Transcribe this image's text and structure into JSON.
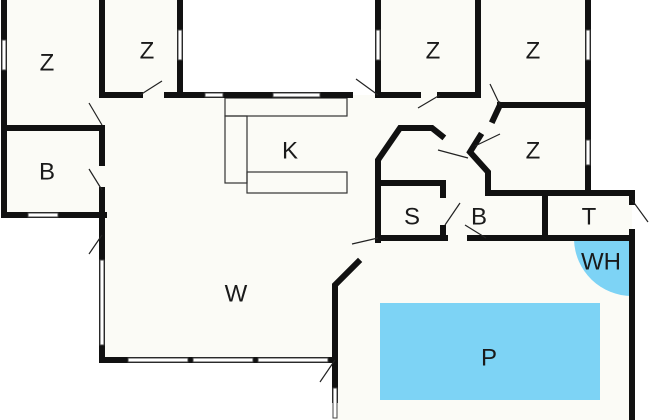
{
  "colors": {
    "floor": "#fbfbf6",
    "wall": "#111111",
    "pool": "#7dd3f5",
    "wellness": "#7dd3f5"
  },
  "rooms": {
    "bedroom_1": "Z",
    "bedroom_2": "Z",
    "bedroom_3": "Z",
    "bedroom_4": "Z",
    "bedroom_5": "Z",
    "bathroom_1": "B",
    "bathroom_2": "B",
    "kitchen": "K",
    "storage": "S",
    "toilet": "T",
    "wellness": "WH",
    "living": "W",
    "pool": "P"
  }
}
